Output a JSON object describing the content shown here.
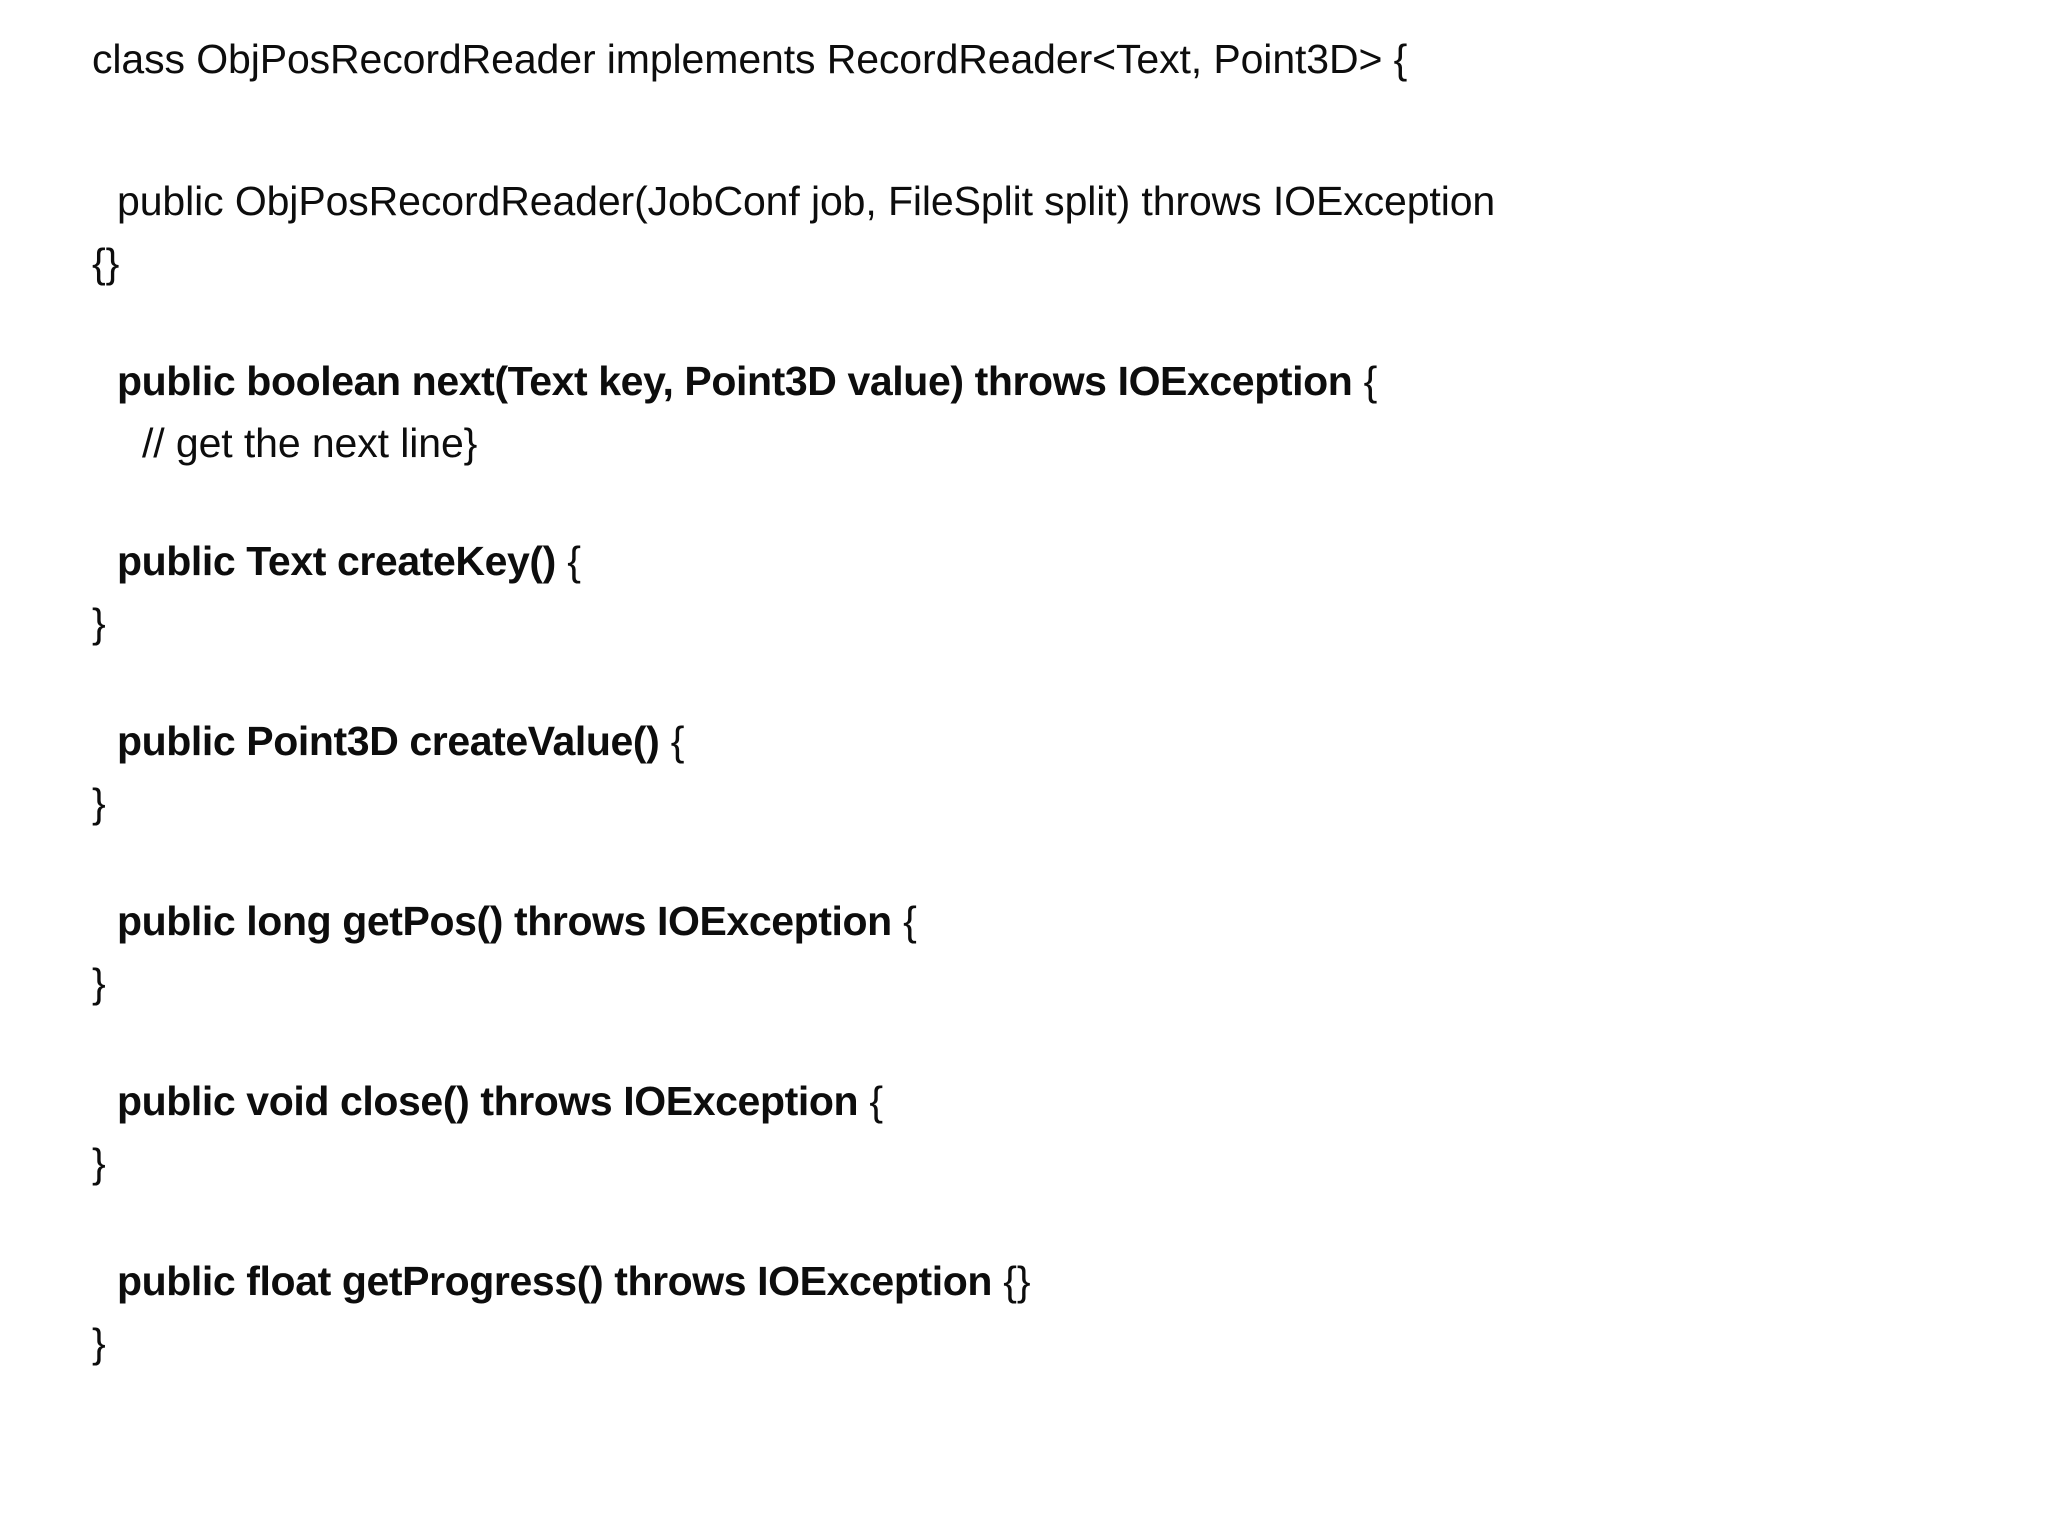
{
  "document": {
    "kind": "code-slide",
    "background_color": "#ffffff",
    "text_color": "#000000",
    "language": "java"
  },
  "code": {
    "lines": [
      {
        "id": "class-declaration",
        "indent": 0,
        "style": "regular",
        "text": "class ObjPosRecordReader implements RecordReader<Text, Point3D> {"
      },
      {
        "id": "constructor-signature",
        "indent": 1,
        "style": "regular",
        "text": "public ObjPosRecordReader(JobConf job, FileSplit split) throws IOException"
      },
      {
        "id": "constructor-body",
        "indent": 0,
        "style": "regular",
        "text": "{}"
      },
      {
        "id": "next-signature",
        "indent": 1,
        "style": "mixed",
        "bold_text": "public boolean next(Text key, Point3D value) throws IOException",
        "regular_text": " {"
      },
      {
        "id": "next-comment",
        "indent": 2,
        "style": "regular",
        "text": "// get the next line}"
      },
      {
        "id": "createkey-signature",
        "indent": 1,
        "style": "mixed",
        "bold_text": "public Text createKey()",
        "regular_text": " {"
      },
      {
        "id": "createkey-close",
        "indent": 0,
        "style": "regular",
        "text": "}"
      },
      {
        "id": "createvalue-signature",
        "indent": 1,
        "style": "mixed",
        "bold_text": "public Point3D createValue()",
        "regular_text": " {"
      },
      {
        "id": "createvalue-close",
        "indent": 0,
        "style": "regular",
        "text": "}"
      },
      {
        "id": "getpos-signature",
        "indent": 1,
        "style": "mixed",
        "bold_text": "public long getPos() throws IOException",
        "regular_text": " {"
      },
      {
        "id": "getpos-close",
        "indent": 0,
        "style": "regular",
        "text": "}"
      },
      {
        "id": "close-signature",
        "indent": 1,
        "style": "mixed",
        "bold_text": "public void close() throws IOException",
        "regular_text": " {"
      },
      {
        "id": "close-close",
        "indent": 0,
        "style": "regular",
        "text": "}"
      },
      {
        "id": "getprogress-signature",
        "indent": 1,
        "style": "mixed",
        "bold_text": "public float getProgress() throws IOException",
        "regular_text": " {}"
      },
      {
        "id": "getprogress-close",
        "indent": 0,
        "style": "regular",
        "text": "}"
      }
    ]
  }
}
